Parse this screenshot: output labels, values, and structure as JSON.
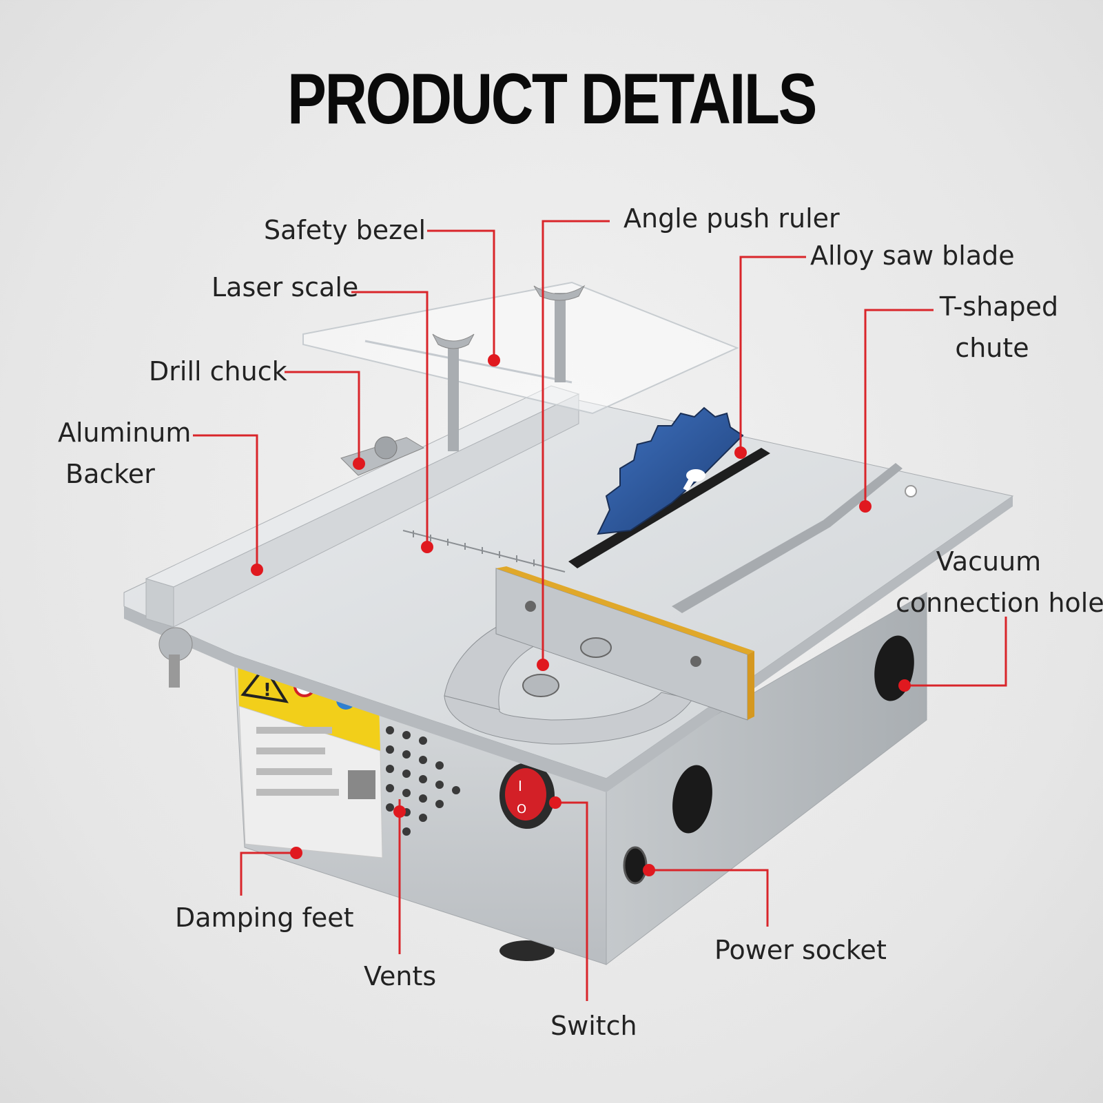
{
  "title": "PRODUCT DETAILS",
  "callouts": {
    "safety_bezel": "Safety bezel",
    "laser_scale": "Laser scale",
    "drill_chuck": "Drill chuck",
    "aluminum_backer_1": "Aluminum",
    "aluminum_backer_2": "Backer",
    "angle_push_ruler": "Angle push ruler",
    "alloy_saw_blade": "Alloy saw blade",
    "t_shaped_chute_1": "T-shaped",
    "t_shaped_chute_2": "chute",
    "vacuum_hole_1": "Vacuum",
    "vacuum_hole_2": "connection hole",
    "damping_feet": "Damping feet",
    "vents": "Vents",
    "switch": "Switch",
    "power_socket": "Power socket"
  },
  "colors": {
    "leader": "#d9252a",
    "blade": "#2f5fa8",
    "aluminum": "#d7dadd",
    "fence_yellow": "#e0a82a",
    "switch_red": "#d32027",
    "warning_yellow": "#f2cf1a"
  },
  "icons": [
    "warning-icon",
    "wing-nut-icon",
    "saw-blade-icon",
    "rocker-switch-icon"
  ]
}
